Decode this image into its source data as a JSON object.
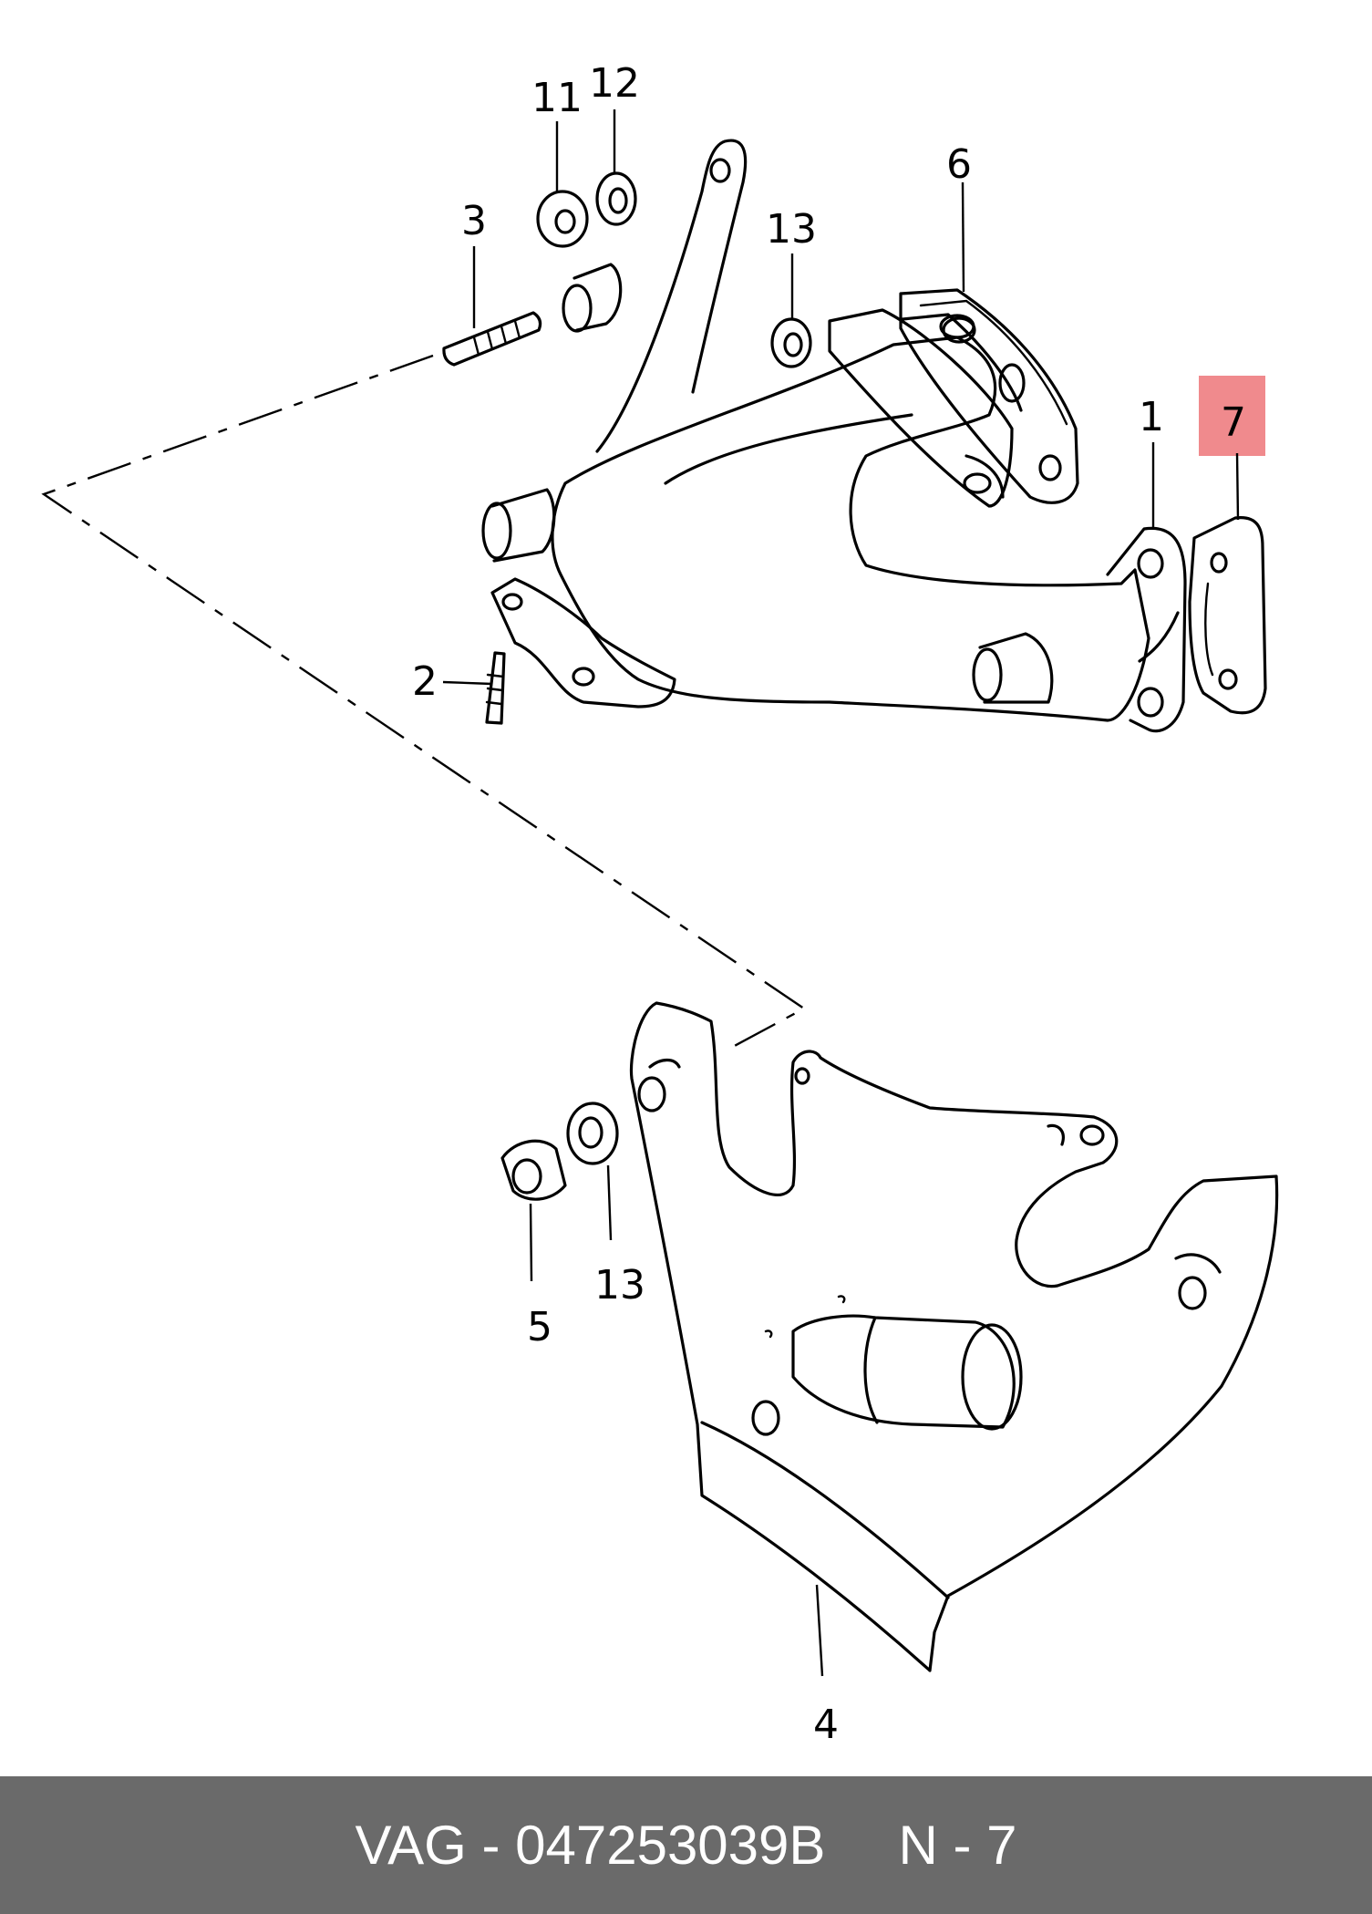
{
  "callouts": {
    "c1": "1",
    "c2": "2",
    "c3": "3",
    "c4": "4",
    "c5": "5",
    "c6": "6",
    "c7": "7",
    "c11": "11",
    "c12": "12",
    "c13a": "13",
    "c13b": "13"
  },
  "highlight": {
    "label": "7",
    "color": "#f08a8d"
  },
  "footer": {
    "part_number": "VAG - 047253039B",
    "reference": "N - 7",
    "background": "#6a6a6a"
  }
}
